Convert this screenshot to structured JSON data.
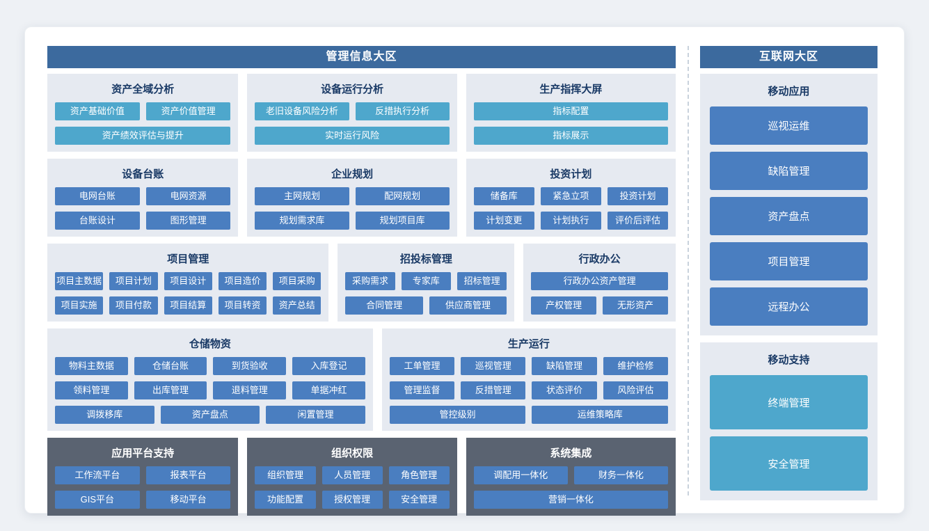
{
  "colors": {
    "page_bg": "#eef1f5",
    "card_bg": "#ffffff",
    "header_bg": "#3c6a9e",
    "panel_bg": "#e6eaf1",
    "dark_panel_bg": "#5a6371",
    "button_blue": "#4a7ec0",
    "button_teal": "#4ea7cc",
    "title_color": "#1a3a66",
    "divider": "#c9d2dc"
  },
  "zones": {
    "main": {
      "header": "管理信息大区",
      "rows": [
        {
          "panels": [
            {
              "title": "资产全域分析",
              "button_style": "teal",
              "button_rows": [
                [
                  "资产基础价值",
                  "资产价值管理"
                ],
                [
                  "资产绩效评估与提升"
                ]
              ]
            },
            {
              "title": "设备运行分析",
              "button_style": "teal",
              "button_rows": [
                [
                  "老旧设备风险分析",
                  "反措执行分析"
                ],
                [
                  "实时运行风险"
                ]
              ]
            },
            {
              "title": "生产指挥大屏",
              "button_style": "teal",
              "button_rows": [
                [
                  "指标配置"
                ],
                [
                  "指标展示"
                ]
              ]
            }
          ]
        },
        {
          "panels": [
            {
              "title": "设备台账",
              "button_style": "blue",
              "button_rows": [
                [
                  "电网台账",
                  "电网资源"
                ],
                [
                  "台账设计",
                  "图形管理"
                ]
              ]
            },
            {
              "title": "企业规划",
              "button_style": "blue",
              "button_rows": [
                [
                  "主网规划",
                  "配网规划"
                ],
                [
                  "规划需求库",
                  "规划项目库"
                ]
              ]
            },
            {
              "title": "投资计划",
              "button_style": "blue",
              "button_rows": [
                [
                  "储备库",
                  "紧急立项",
                  "投资计划"
                ],
                [
                  "计划变更",
                  "计划执行",
                  "评价后评估"
                ]
              ]
            }
          ]
        },
        {
          "panels": [
            {
              "title": "项目管理",
              "button_style": "blue",
              "button_rows": [
                [
                  "项目主数据",
                  "项目计划",
                  "项目设计",
                  "项目造价",
                  "项目采购"
                ],
                [
                  "项目实施",
                  "项目付款",
                  "项目结算",
                  "项目转资",
                  "资产总结"
                ]
              ]
            },
            {
              "title": "招投标管理",
              "button_style": "blue",
              "button_rows": [
                [
                  "采购需求",
                  "专家库",
                  "招标管理"
                ],
                [
                  "合同管理",
                  "供应商管理"
                ]
              ]
            },
            {
              "title": "行政办公",
              "button_style": "blue",
              "button_rows": [
                [
                  "行政办公资产管理"
                ],
                [
                  "产权管理",
                  "无形资产"
                ]
              ]
            }
          ]
        },
        {
          "panels": [
            {
              "title": "仓储物资",
              "button_style": "blue",
              "button_rows": [
                [
                  "物料主数据",
                  "仓储台账",
                  "到货验收",
                  "入库登记"
                ],
                [
                  "领料管理",
                  "出库管理",
                  "退料管理",
                  "单据冲红"
                ],
                [
                  "调拨移库",
                  "资产盘点",
                  "闲置管理"
                ]
              ]
            },
            {
              "title": "生产运行",
              "button_style": "blue",
              "button_rows": [
                [
                  "工单管理",
                  "巡视管理",
                  "缺陷管理",
                  "维护检修"
                ],
                [
                  "管理监督",
                  "反措管理",
                  "状态评价",
                  "风险评估"
                ],
                [
                  "管控级别",
                  "运维策略库"
                ]
              ]
            }
          ]
        },
        {
          "panels": [
            {
              "title": "应用平台支持",
              "theme": "dark",
              "button_style": "blue",
              "button_rows": [
                [
                  "工作流平台",
                  "报表平台"
                ],
                [
                  "GIS平台",
                  "移动平台"
                ]
              ]
            },
            {
              "title": "组织权限",
              "theme": "dark",
              "button_style": "blue",
              "button_rows": [
                [
                  "组织管理",
                  "人员管理",
                  "角色管理"
                ],
                [
                  "功能配置",
                  "授权管理",
                  "安全管理"
                ]
              ]
            },
            {
              "title": "系统集成",
              "theme": "dark",
              "button_style": "blue",
              "button_rows": [
                [
                  "调配用一体化",
                  "财务一体化"
                ],
                [
                  "营销一体化"
                ]
              ]
            }
          ]
        }
      ]
    },
    "internet": {
      "header": "互联网大区",
      "panels": [
        {
          "title": "移动应用",
          "button_style": "blue",
          "buttons": [
            "巡视运维",
            "缺陷管理",
            "资产盘点",
            "项目管理",
            "远程办公"
          ]
        },
        {
          "title": "移动支持",
          "button_style": "teal",
          "buttons": [
            "终端管理",
            "安全管理"
          ]
        }
      ]
    }
  }
}
